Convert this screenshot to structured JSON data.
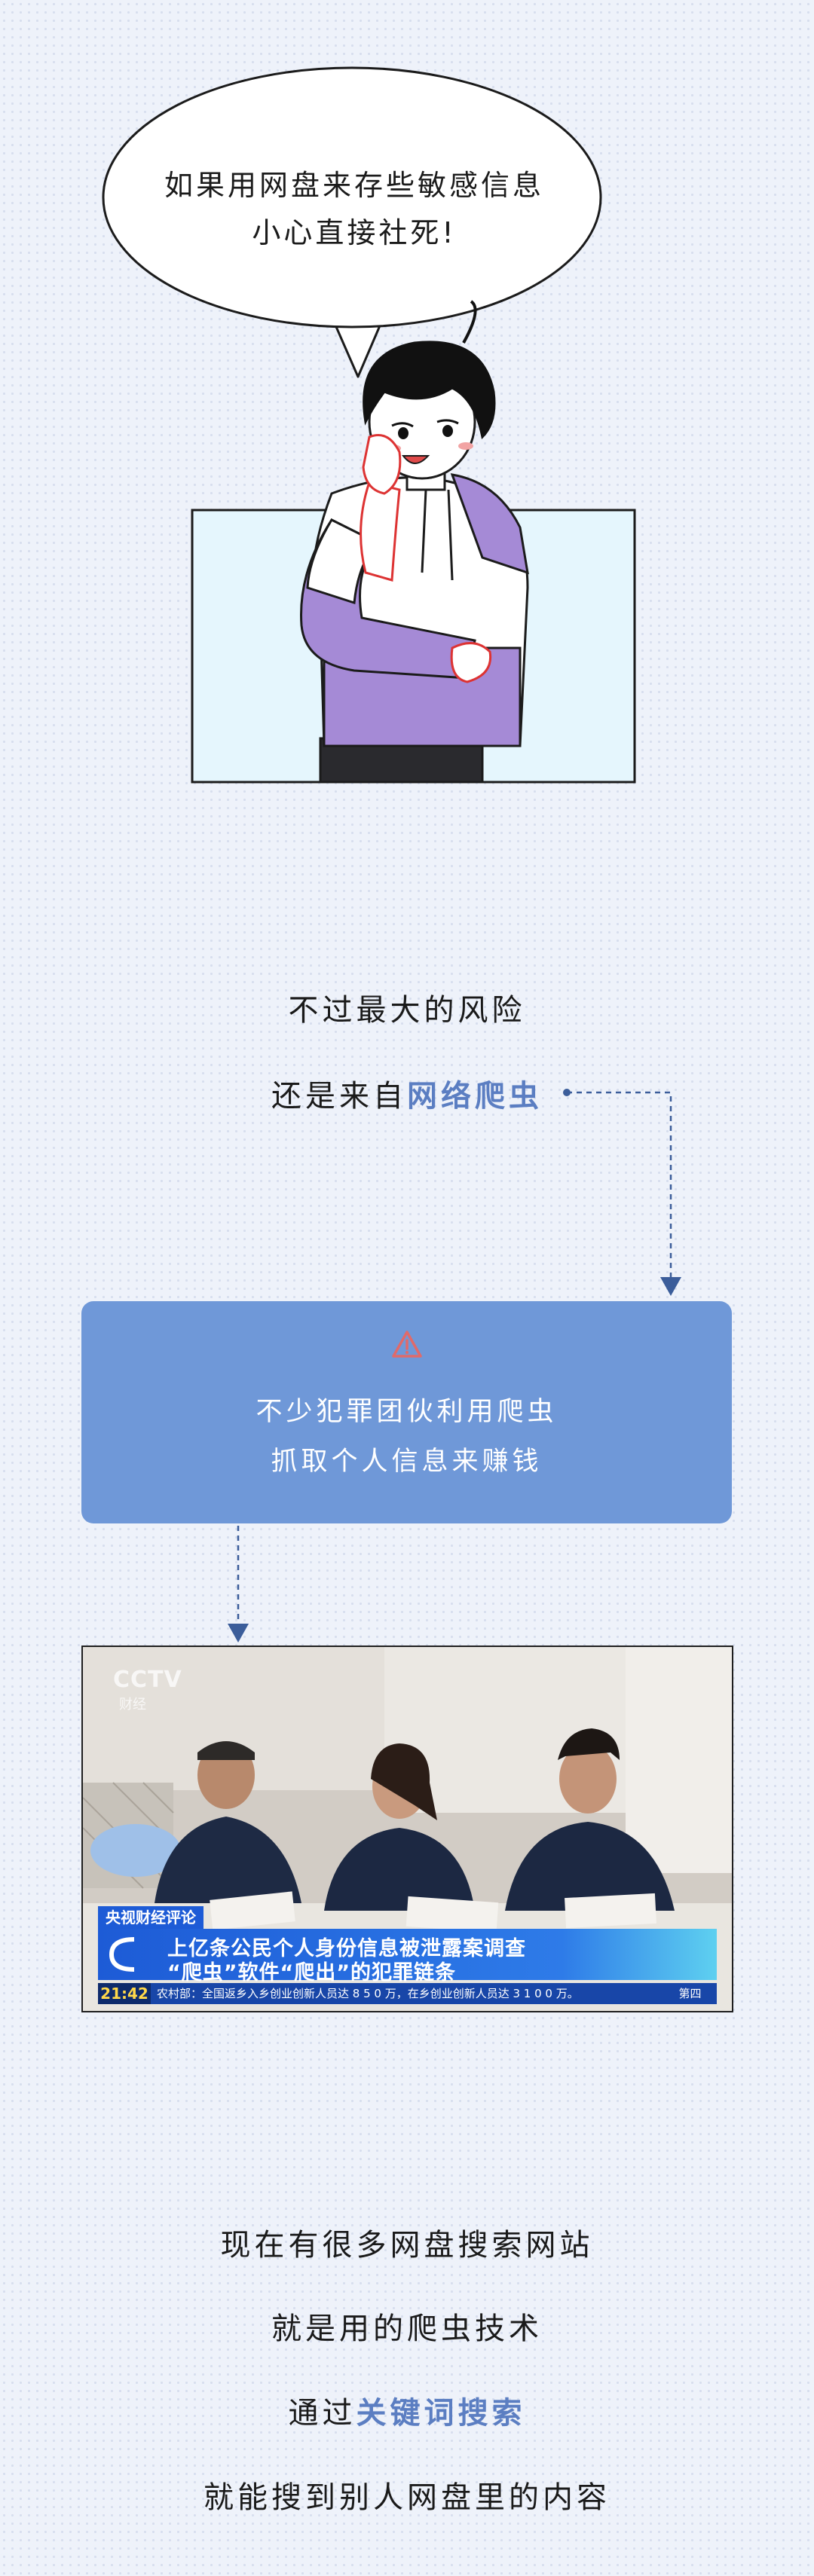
{
  "bubble": {
    "line1": "如果用网盘来存些敏感信息",
    "line2": "小心直接社死!"
  },
  "intro": {
    "line1": "不过最大的风险",
    "line2_prefix": "还是来自",
    "line2_highlight": "网络爬虫"
  },
  "alert": {
    "icon": "warning-triangle-icon",
    "line1": "不少犯罪团伙利用爬虫",
    "line2": "抓取个人信息来赚钱"
  },
  "news": {
    "logo": "CCTV",
    "logo_sub": "财经",
    "program": "央视财经评论",
    "headline1": "上亿条公民个人身份信息被泄露案调查",
    "headline2": "“爬虫”软件“爬出”的犯罪链条",
    "time": "21:42",
    "ticker": "农村部：全国返乡入乡创业创新人员达 8 5 0 万，在乡创业创新人员达 3 1 0 0 万。",
    "ticker_end": "第四"
  },
  "outro": {
    "line1": "现在有很多网盘搜索网站",
    "line2": "就是用的爬虫技术",
    "line3_prefix": "通过",
    "line3_highlight": "关键词搜索",
    "line4": "就能搜到别人网盘里的内容"
  },
  "colors": {
    "highlight": "#5b7ec2",
    "alert_bg": "#6f98d8",
    "alert_icon": "#e06a6a",
    "panel_bg": "#e5f6fd",
    "hoodie_purple": "#a58ad6"
  }
}
